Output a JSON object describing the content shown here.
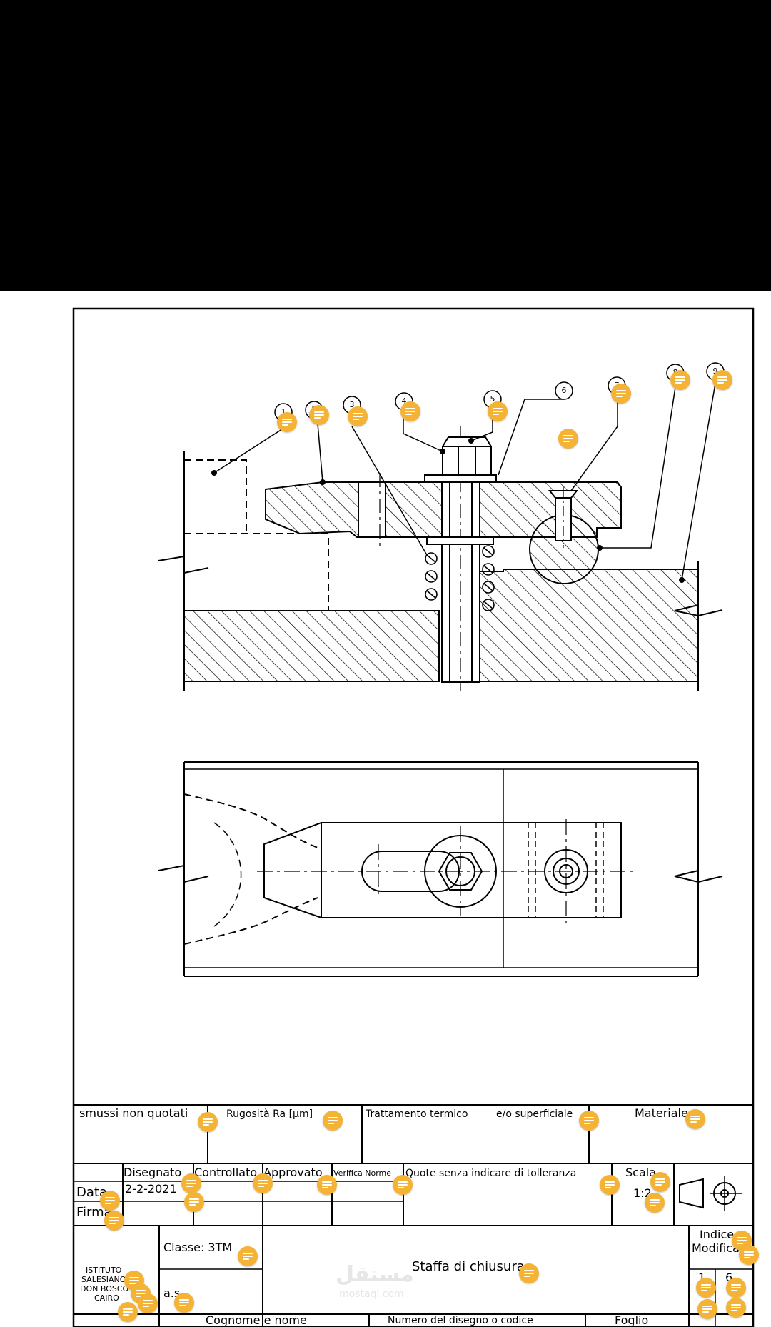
{
  "title_block": {
    "smussi": "smussi non quotati",
    "rugosita": "Rugosità Ra [µm]",
    "trattamento": "Trattamento termico",
    "trattamento_2": "e/o superficiale",
    "materiale": "Materiale",
    "disegnato": "Disegnato",
    "controllato": "Controllato",
    "approvato": "Approvato",
    "verifica": "Verifica Norme",
    "quote": "Quote senza indicare di tolleranza",
    "scala_label": "Scala",
    "scala_value": "1:2",
    "data_label": "Data",
    "data_value": "2-2-2021",
    "firma_label": "Firma",
    "istituto": [
      "ISTITUTO",
      "SALESIANO",
      "DON BOSCO",
      "CAIRO"
    ],
    "classe": "Classe: 3TM",
    "as": "a.s",
    "titolo": "Staffa di chiusura",
    "indice": "Indice",
    "modifica": "Modifica",
    "indice_values": [
      "1",
      "6"
    ],
    "cognome": "Cognome e nome",
    "numero": "Numero del disegno o codice",
    "foglio": "Foglio"
  },
  "balloons": [
    "1",
    "2",
    "3",
    "4",
    "5",
    "6",
    "7",
    "8",
    "9"
  ],
  "watermark": {
    "brand": "مستقل",
    "site": "mostaql.com"
  },
  "colors": {
    "note_marker": "#f5b335",
    "ink": "#000000",
    "background_top": "#000000",
    "sheet": "#ffffff"
  },
  "icons": [
    "note-marker-icon",
    "projection-symbol-icon"
  ]
}
